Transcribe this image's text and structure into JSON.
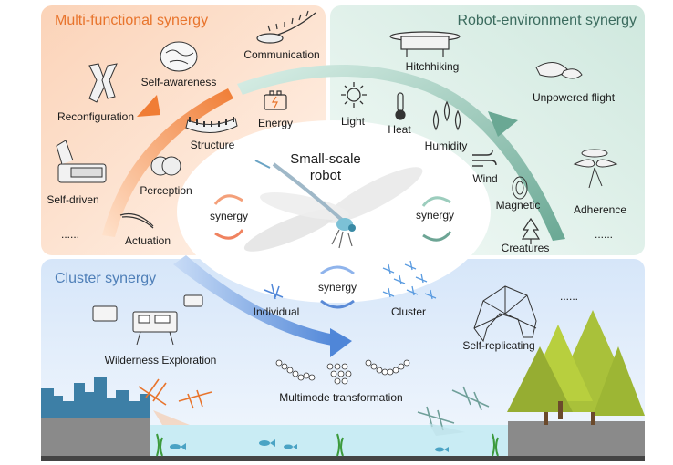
{
  "panels": {
    "multi": {
      "title": "Multi-functional synergy",
      "color": "#e8742c"
    },
    "env": {
      "title": "Robot-environment synergy",
      "color": "#3b6b5e"
    },
    "cluster": {
      "title": "Cluster synergy",
      "color": "#4f7fb8"
    }
  },
  "center": {
    "line1": "Small-scale",
    "line2": "robot"
  },
  "multi_items": {
    "communication": "Communication",
    "self_awareness": "Self-awareness",
    "reconfiguration": "Reconfiguration",
    "energy": "Energy",
    "structure": "Structure",
    "perception": "Perception",
    "self_driven": "Self-driven",
    "ellipsis": "......",
    "actuation": "Actuation"
  },
  "env_items": {
    "hitchhiking": "Hitchhiking",
    "unpowered_flight": "Unpowered flight",
    "light": "Light",
    "heat": "Heat",
    "humidity": "Humidity",
    "wind": "Wind",
    "magnetic": "Magnetic",
    "adherence": "Adherence",
    "creatures": "Creatures",
    "ellipsis": "......"
  },
  "synergy": {
    "left": "synergy",
    "right": "synergy",
    "middle": "synergy"
  },
  "cluster_items": {
    "individual": "Individual",
    "cluster": "Cluster",
    "wilderness": "Wilderness Exploration",
    "multimode": "Multimode transformation",
    "self_replicating": "Self-replicating",
    "ellipsis": "......"
  },
  "colors": {
    "orange_panel": "#fde3d2",
    "green_panel": "#dff0ea",
    "blue_panel": "#dde9f8",
    "arc": "#f08c4a",
    "arc_green": "#7fb8a6",
    "arc_blue": "#5f8fdc",
    "building": "#3d7fa6",
    "water": "#c9ecf4",
    "tree": "#a9c13a"
  },
  "icons": [
    "brain-icon",
    "centipede-robot-icon",
    "gripper-icon",
    "battery-icon",
    "gear-segment-icon",
    "eye-icon",
    "car-robot-icon",
    "fiber-icon",
    "sun-icon",
    "thermometer-icon",
    "droplets-icon",
    "wind-icon",
    "magnet-icon",
    "tree-icon",
    "drone-icon",
    "seed-icon",
    "maple-seed-icon",
    "dragonfly-icon",
    "tree-forest-icon",
    "building-icon",
    "fish-icon"
  ]
}
